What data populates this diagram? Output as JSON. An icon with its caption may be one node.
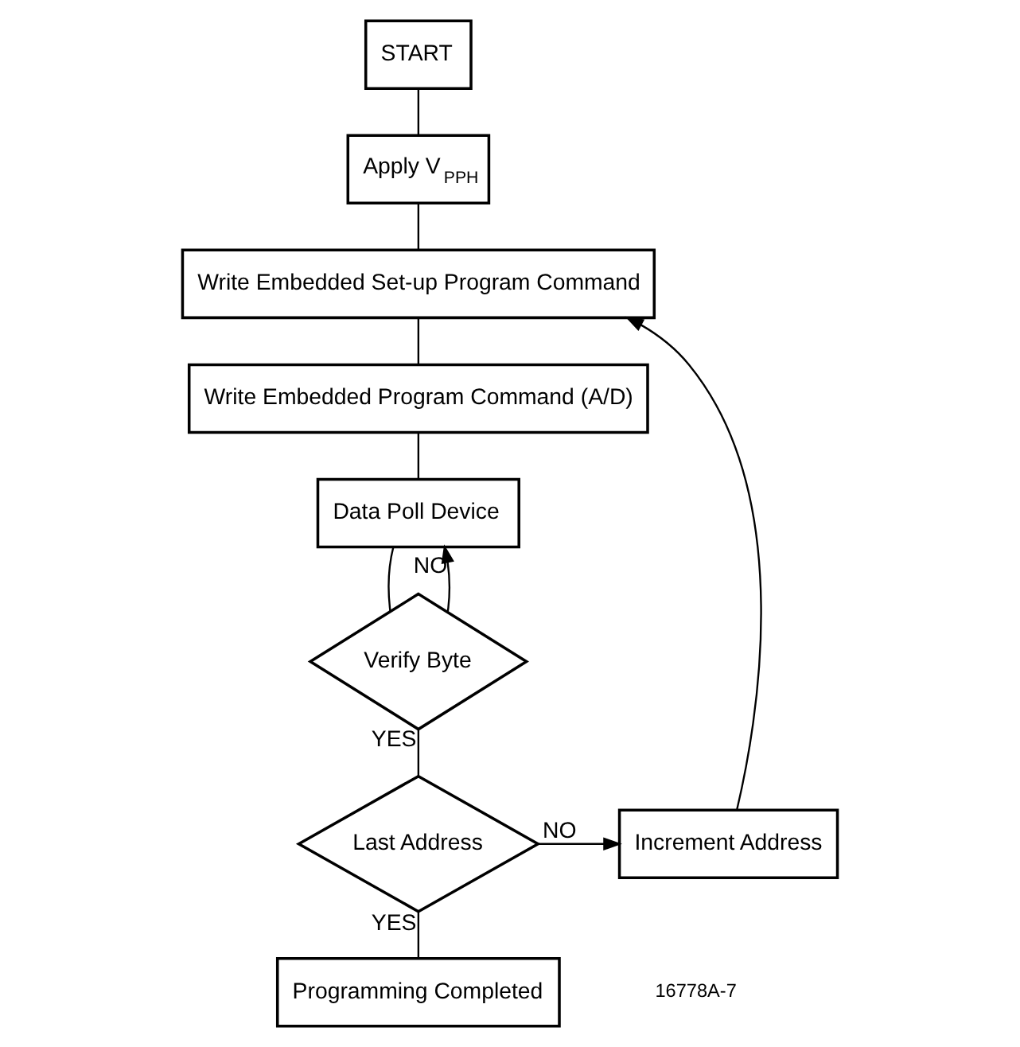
{
  "diagram": {
    "nodes": [
      {
        "text": [
          "START"
        ]
      },
      {
        "text": [
          "Apply V$_{PPH}$"
        ]
      },
      {
        "text": [
          "Write Embedded Set-up Program Command"
        ]
      },
      {
        "text": [
          "Write Embedded Program Command (A/D)"
        ]
      },
      {
        "text": [
          "Data Poll Device"
        ]
      },
      {
        "text": [
          "Verify Byte"
        ]
      },
      {
        "text": [
          "Last Address"
        ]
      },
      {
        "text": [
          "Increment Address"
        ]
      },
      {
        "text": [
          "Programming Completed"
        ]
      }
    ],
    "edges": [
      {
        "from": 0,
        "to": 1,
        "arrow": "none"
      },
      {
        "from": 1,
        "to": 2,
        "arrow": "none"
      },
      {
        "from": 2,
        "to": 3,
        "arrow": "none"
      },
      {
        "from": 3,
        "to": 4,
        "arrow": "none"
      },
      {
        "from": 4,
        "to": 5,
        "arrow": "none"
      },
      {
        "from": 5,
        "to": 4,
        "arrow": "to",
        "label": "NO"
      },
      {
        "from": 5,
        "to": 6,
        "arrow": "none",
        "label": "YES"
      },
      {
        "from": 6,
        "to": 7,
        "arrow": "to",
        "label": "NO"
      },
      {
        "from": 7,
        "to": 2,
        "arrow": "to"
      },
      {
        "from": 6,
        "to": 8,
        "arrow": "none",
        "label": "YES"
      }
    ],
    "labels": [
      "16778A-7"
    ]
  }
}
